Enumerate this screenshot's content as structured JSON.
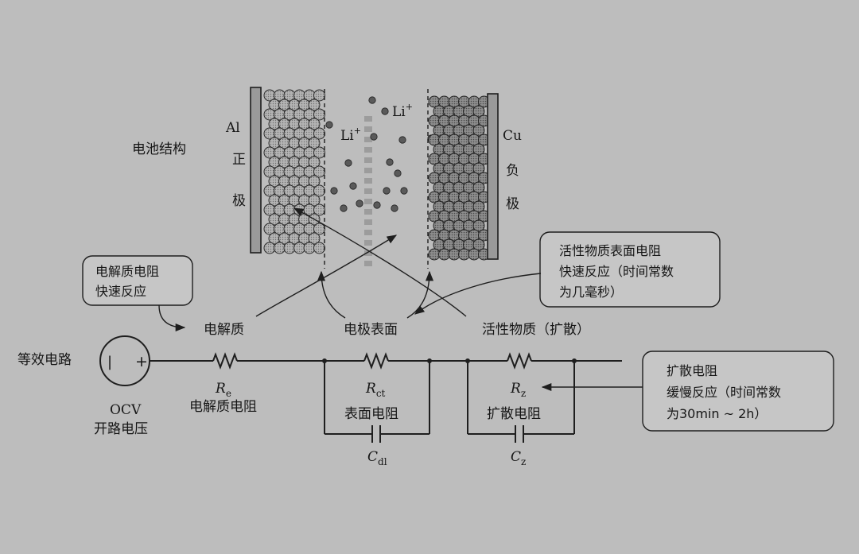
{
  "battery": {
    "title": "电池结构",
    "left_electrode": {
      "metal": "Al",
      "name": [
        "正",
        "极"
      ]
    },
    "right_electrode": {
      "metal": "Cu",
      "name": [
        "负",
        "极"
      ]
    },
    "ion_label_1": "Li",
    "ion_label_2": "Li",
    "ion_charge": "+"
  },
  "callouts": {
    "electrolyte_box": [
      "电解质电阻",
      "快速反应"
    ],
    "surface_box": [
      "活性物质表面电阻",
      "快速反应（时间常数",
      "为几毫秒）"
    ],
    "diffusion_box": [
      "扩散电阻",
      "缓慢反应（时间常数",
      "为30min ~ 2h）"
    ]
  },
  "regions": {
    "electrolyte": "电解质",
    "electrode_surface": "电极表面",
    "active_material": "活性物质（扩散）"
  },
  "circuit": {
    "title": "等效电路",
    "source": {
      "minus": "|",
      "plus": "+",
      "name": "OCV",
      "desc": "开路电压"
    },
    "re": {
      "symbol": "R",
      "sub": "e",
      "desc": "电解质电阻"
    },
    "rct": {
      "symbol": "R",
      "sub": "ct",
      "desc": "表面电阻"
    },
    "cdl": {
      "symbol": "C",
      "sub": "dl"
    },
    "rz": {
      "symbol": "R",
      "sub": "z",
      "desc": "扩散电阻"
    },
    "cz": {
      "symbol": "C",
      "sub": "z"
    }
  }
}
